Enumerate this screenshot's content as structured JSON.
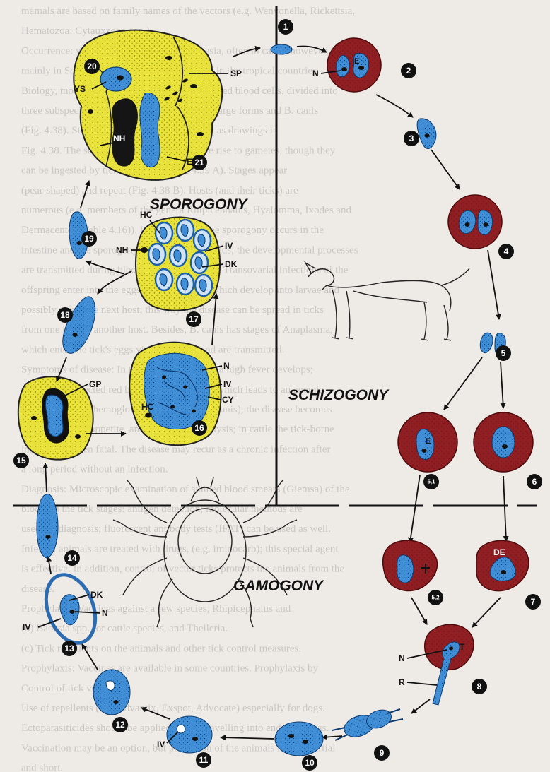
{
  "sections": {
    "sporogony": "SPOROGONY",
    "schizogony": "SCHIZOGONY",
    "gamogony": "GAMOGONY"
  },
  "stages": [
    "1",
    "2",
    "3",
    "4",
    "5",
    "5,1",
    "6",
    "5,2",
    "7",
    "8",
    "9",
    "10",
    "11",
    "12",
    "13",
    "14",
    "15",
    "16",
    "17",
    "18",
    "19",
    "20",
    "21"
  ],
  "labels": {
    "ys": "YS",
    "sp": "SP",
    "nh": "NH",
    "es": "ES",
    "n": "N",
    "e": "E",
    "hc": "HC",
    "iv": "IV",
    "dk": "DK",
    "cy": "CY",
    "gp": "GP",
    "de": "DE",
    "t": "T",
    "r": "R"
  },
  "background_text": [
    "mamals are based on family names of the vectors (e.g. Wenyonella, Rickettsia,",
    "Hematozoa: Cytauxzoon spp.).",
    "Occurrence: worldwide, e.g. Theileria, Babesia, often in cattle, however,",
    "mainly in Southern Africa, E. Europe, further in the tropical countries.",
    "Biology, morphology: Trophozoites are inside red blood cells, divided into",
    "three subspecies: small forms (up to 2.5 um), large forms and B. canis",
    "(Fig. 4.38). Stages of the life cycle are shown as drawings in",
    "Fig. 4.38. The stages inside erythrocytes give rise to gametes, though they",
    "can be ingested by ticks (Figs. 4.38 and 4.39 A). Stages appear",
    "(pear-shaped) and repeat (Fig. 4.38 B). Hosts (and their ticks) are",
    "numerous (e.g. members of the genera Rhipicephalus, Hyalomma, Ixodes and",
    "Dermacentor (Table 4.16)). Inside the ticks the sporogony occurs in the",
    "intestine and the sporogony in the salivary glands; the developmental processes",
    "are transmitted during blood uptake of the tick. Transovarial infections of the",
    "offspring enter into the eggs of female ticks, which develop into larvae and",
    "possibly infest the next host; this way the disease can be spread in ticks",
    "from one host to another host. Besides, B. canis has stages of Anaplasma,",
    "which enter the tick's eggs via the ovaries and are transmitted.",
    "Symptoms of disease: In the infected animals, a high fever develops;",
    "most of the infected red blood cells are lysed, which leads to an anemia",
    "accompanied by hemoglobinuria. In dogs (B. canis), the disease becomes",
    "chronic; lack of appetite, and sometimes paralysis; in cattle the tick-borne",
    "infection is often fatal. The disease may recur as a chronic infection after",
    "a long period without an infection.",
    "Diagnosis: Microscopic examination of stained blood smears (Giemsa) of the",
    "blood; in the tick stages: antigen detection; molecular methods are",
    "used for diagnosis; fluorescent antibody tests (IFAT) can be used as well.",
    "Infected animals are treated with drugs, (e.g. imidocarb); this special agent",
    "is effective. In addition, control of vector ticks protects the animals from the",
    "disease.",
    "Prophylaxis: Vaccines against a few species, Rhipicephalus and",
    "(b) Babesia spp. for cattle species, and Theileria.",
    "(c) Tick repellents on the animals and other tick control measures.",
    "Prophylaxis: Vaccines are available in some countries. Prophylaxis by",
    "   Control of tick vectors.",
    "Use of repellents (e.g. Advantix, Exspot, Advocate) especially for dogs.",
    "Ectoparasiticides should be applied before travelling into endemic areas.",
    "Vaccination may be an option, but protection of the animals is only partial",
    "and short."
  ]
}
